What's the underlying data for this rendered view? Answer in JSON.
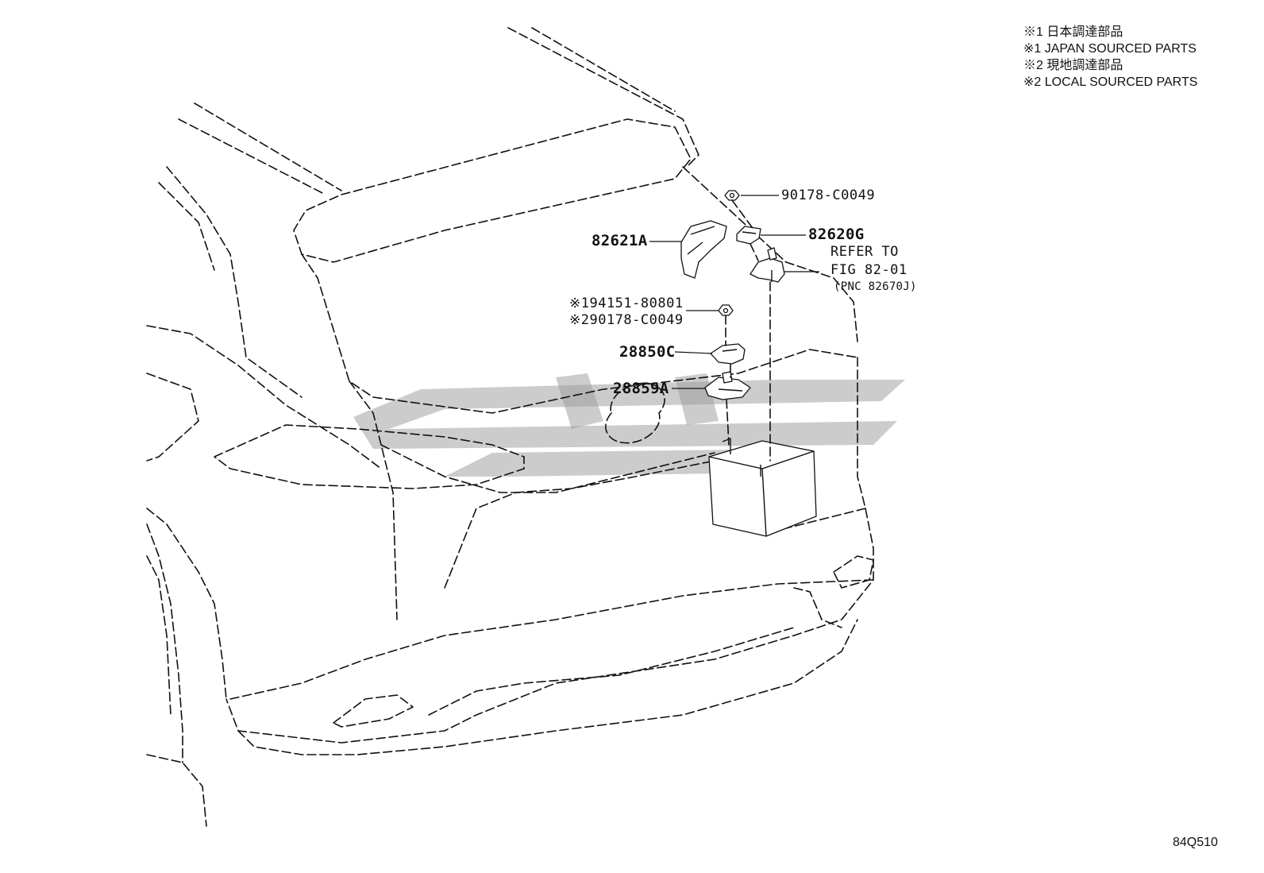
{
  "legend": [
    "※1 日本調達部品",
    "※1 JAPAN SOURCED PARTS",
    "※2 現地調達部品",
    "※2 LOCAL SOURCED PARTS"
  ],
  "parts": {
    "nut_top": "90178-C0049",
    "bracket_left": "82621A",
    "bracket_right": "82620G",
    "nut_middle_1": "※194151-80801",
    "nut_middle_2": "※290178-C0049",
    "bracket_28850c": "28850C",
    "bracket_28859a": "28859A"
  },
  "reference": {
    "line1": "REFER TO",
    "line2": "FIG 82-01",
    "line3": "(PNC 82670J)"
  },
  "figure_code": "84Q510"
}
